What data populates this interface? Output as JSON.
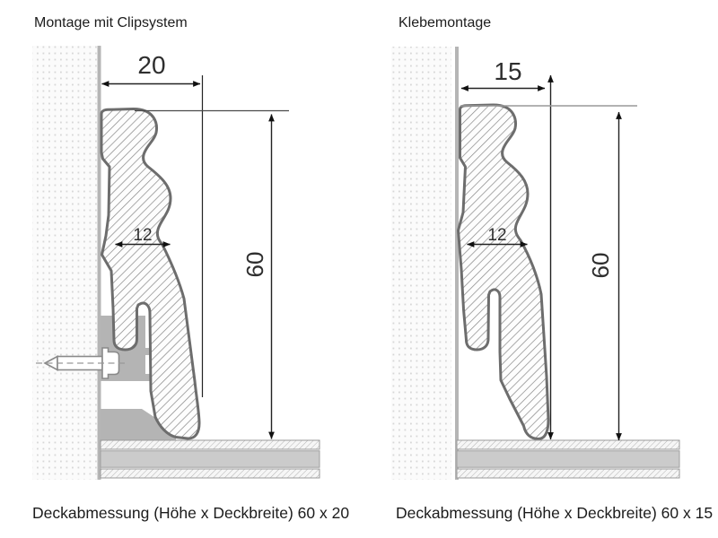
{
  "left_panel": {
    "title": "Montage mit Clipsystem",
    "caption": "Deckabmessung (Höhe x Deckbreite) 60 x 20",
    "dim_width": "20",
    "dim_groove": "12",
    "dim_height": "60"
  },
  "right_panel": {
    "title": "Klebemontage",
    "caption": "Deckabmessung (Höhe x Deckbreite) 60 x 15",
    "dim_width": "15",
    "dim_groove": "12",
    "dim_height": "60"
  },
  "colors": {
    "profile_outline": "#6d6d6d",
    "profile_hatch": "#868686",
    "clip_gray": "#b4b4b4",
    "floor_band_gray": "#cbcbcb",
    "wall_dots": "#d7d7d7",
    "wall_edge": "#b5b5b5",
    "dimension_lines": "#1a1a1a"
  }
}
